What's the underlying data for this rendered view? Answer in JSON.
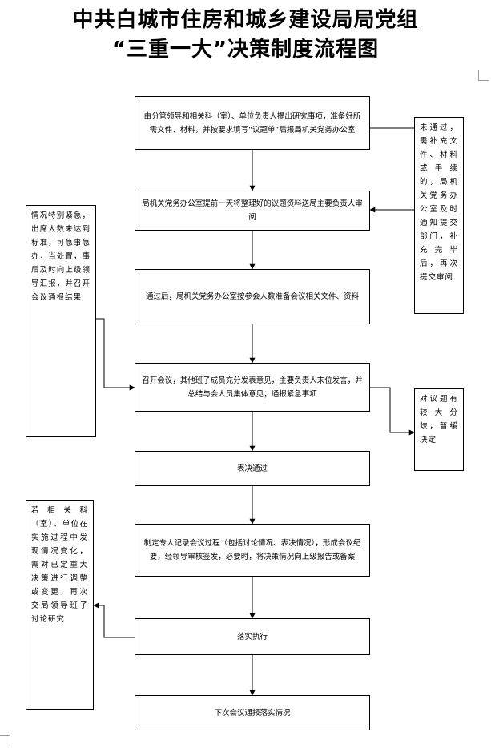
{
  "title": {
    "line1": "中共白城市住房和城乡建设局局党组",
    "line2": "“三重一大”决策制度流程图"
  },
  "steps": [
    "由分管领导和相关科（室）、单位负责人提出研究事项，准备好所需文件、材料，并按要求填写“议题单”后报局机关党务办公室",
    "局机关党务办公室提前一天将整理好的议题资料送局主要负责人审阅",
    "通过后，局机关党务办公室按参会人数准备会议相关文件、资料",
    "召开会议，其他班子成员充分发表意见，主要负责人末位发言，并总结与会人员集体意见；通报紧急事项",
    "表决通过",
    "制定专人记录会议过程（包括讨论情况、表决情况），形成会议纪要，经领导审核签发，必要时，将决策情况向上级报告或备案",
    "落实执行",
    "下次会议通报落实情况"
  ],
  "notes": {
    "not_approved": "未通过，需补充文件、材料或手续的，局机关党务办公室及时通知提交部门，补充完毕后，再次提交审阅",
    "emergency": "情况特别紧急，出席人数未达到标准，可急事急办，当处置，事后及时向上级领导汇报，并召开会议通报结果",
    "disagreement": "对议题有较大分歧，暂缓决定",
    "adjustment": "若相关科（室）、单位在实施过程中发现情况变化，需对已定重大决策进行调整或变更，再次交局领导班子讨论研究"
  }
}
